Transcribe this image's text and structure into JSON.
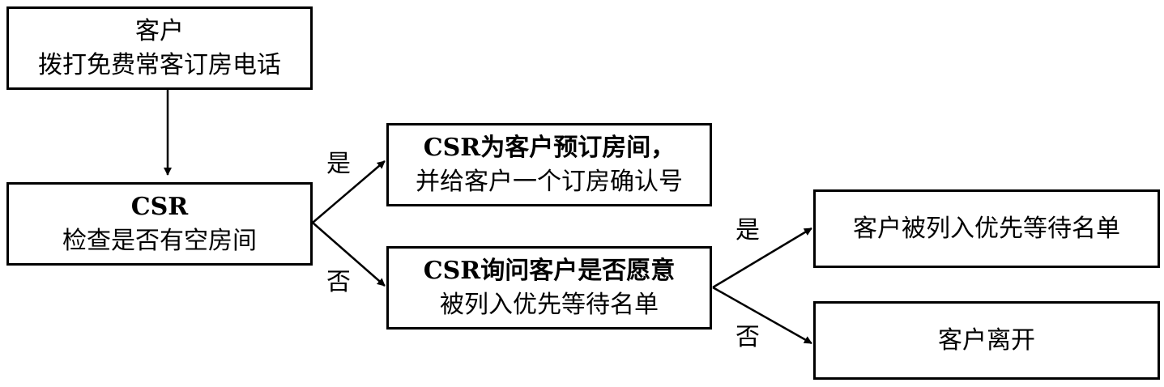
{
  "nodes": {
    "call": {
      "line1": "客户",
      "line2": "拨打免费常客订房电话"
    },
    "check": {
      "line1": "CSR",
      "line2": "检查是否有空房间"
    },
    "reserve": {
      "line1": "CSR为客户预订房间，",
      "line2": "并给客户一个订房确认号"
    },
    "ask": {
      "line1": "CSR询问客户是否愿意",
      "line2": "被列入优先等待名单"
    },
    "waitlist": {
      "line1": "客户被列入优先等待名单"
    },
    "leave": {
      "line1": "客户离开"
    }
  },
  "edge_labels": {
    "check_yes": "是",
    "check_no": "否",
    "ask_yes": "是",
    "ask_no": "否"
  }
}
